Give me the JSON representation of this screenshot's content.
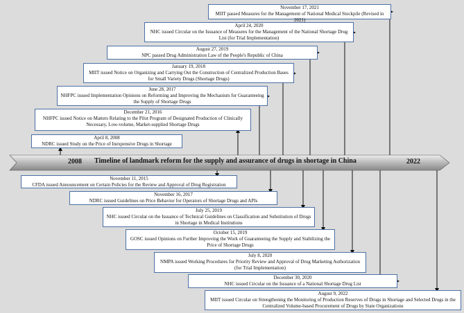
{
  "timeline": {
    "title": "Timeline of landmark reform for the supply and assurance of drugs in shortage in China",
    "start_year": "2008",
    "end_year": "2022"
  },
  "events_above": [
    {
      "date": "November 17, 2021",
      "text": "MIIT passed Measures for the Management of National Medical Stockpile (Revised in 2021)"
    },
    {
      "date": "April 24, 2020",
      "text": "NHC issued Circular on the Issuance of Measures for the Management of the National Shortage Drug List (for Trial Implementation)"
    },
    {
      "date": "August 27, 2019",
      "text": "NPC passed Drug Administration Law of the People's Republic of China"
    },
    {
      "date": "January 19, 2018",
      "text": "MIIT issued Notice on Organizing and Carrying Out the Construction of Centralized Production Bases for Small Variety Drugs (Shortage Drugs)"
    },
    {
      "date": "June 28, 2017",
      "text": "NHFPC issued Implementation Opinions on Reforming and Improving the Mechanism for Guaranteeing the Supply of Shortage Drugs"
    },
    {
      "date": "December 21, 2016",
      "text": "NHFPC issued Notice on Matters Relating to the Pilot Program of Designated Production of Clinically Necessary, Low-volume, Market-supplied Shortage Drugs"
    },
    {
      "date": "April 8, 2008",
      "text": "NDRC issued Study on the Price of Inexpensive Drugs in Shortage"
    }
  ],
  "events_below": [
    {
      "date": "November 11, 2015",
      "text": "CFDA issued Announcement on Certain Policies for the Review and Approval of Drug Registration"
    },
    {
      "date": "November 16, 2017",
      "text": "NDRC issued Guidelines on Price Behavior for Operators of Shortage Drugs and APIs"
    },
    {
      "date": "July 25, 2019",
      "text": "NHC issued Circular on the Issuance of Technical Guidelines on Classification and Substitution of Drugs in Shortage in Medical Institutions"
    },
    {
      "date": "October 15, 2019",
      "text": "GOSC issued Opinions on Further Improving the Work of Guaranteeing the Supply and Stabilizing the Price of Shortage Drugs"
    },
    {
      "date": "July 8, 2020",
      "text": "NMPA issued Working Procedures for Priority Review and Approval of Drug Marketing Authorization (for Trial Implementation)"
    },
    {
      "date": "December 30, 2020",
      "text": "NHC issued Circular on the Issuance of a National Shortage Drug List"
    },
    {
      "date": "August 9, 2022",
      "text": "MIIT issued Circular on Strengthening the Monitoring of Production Reserves of Drugs in Shortage and Selected Drugs in the Centralized Volume-based Procurement of Drugs by State Organizations"
    }
  ]
}
